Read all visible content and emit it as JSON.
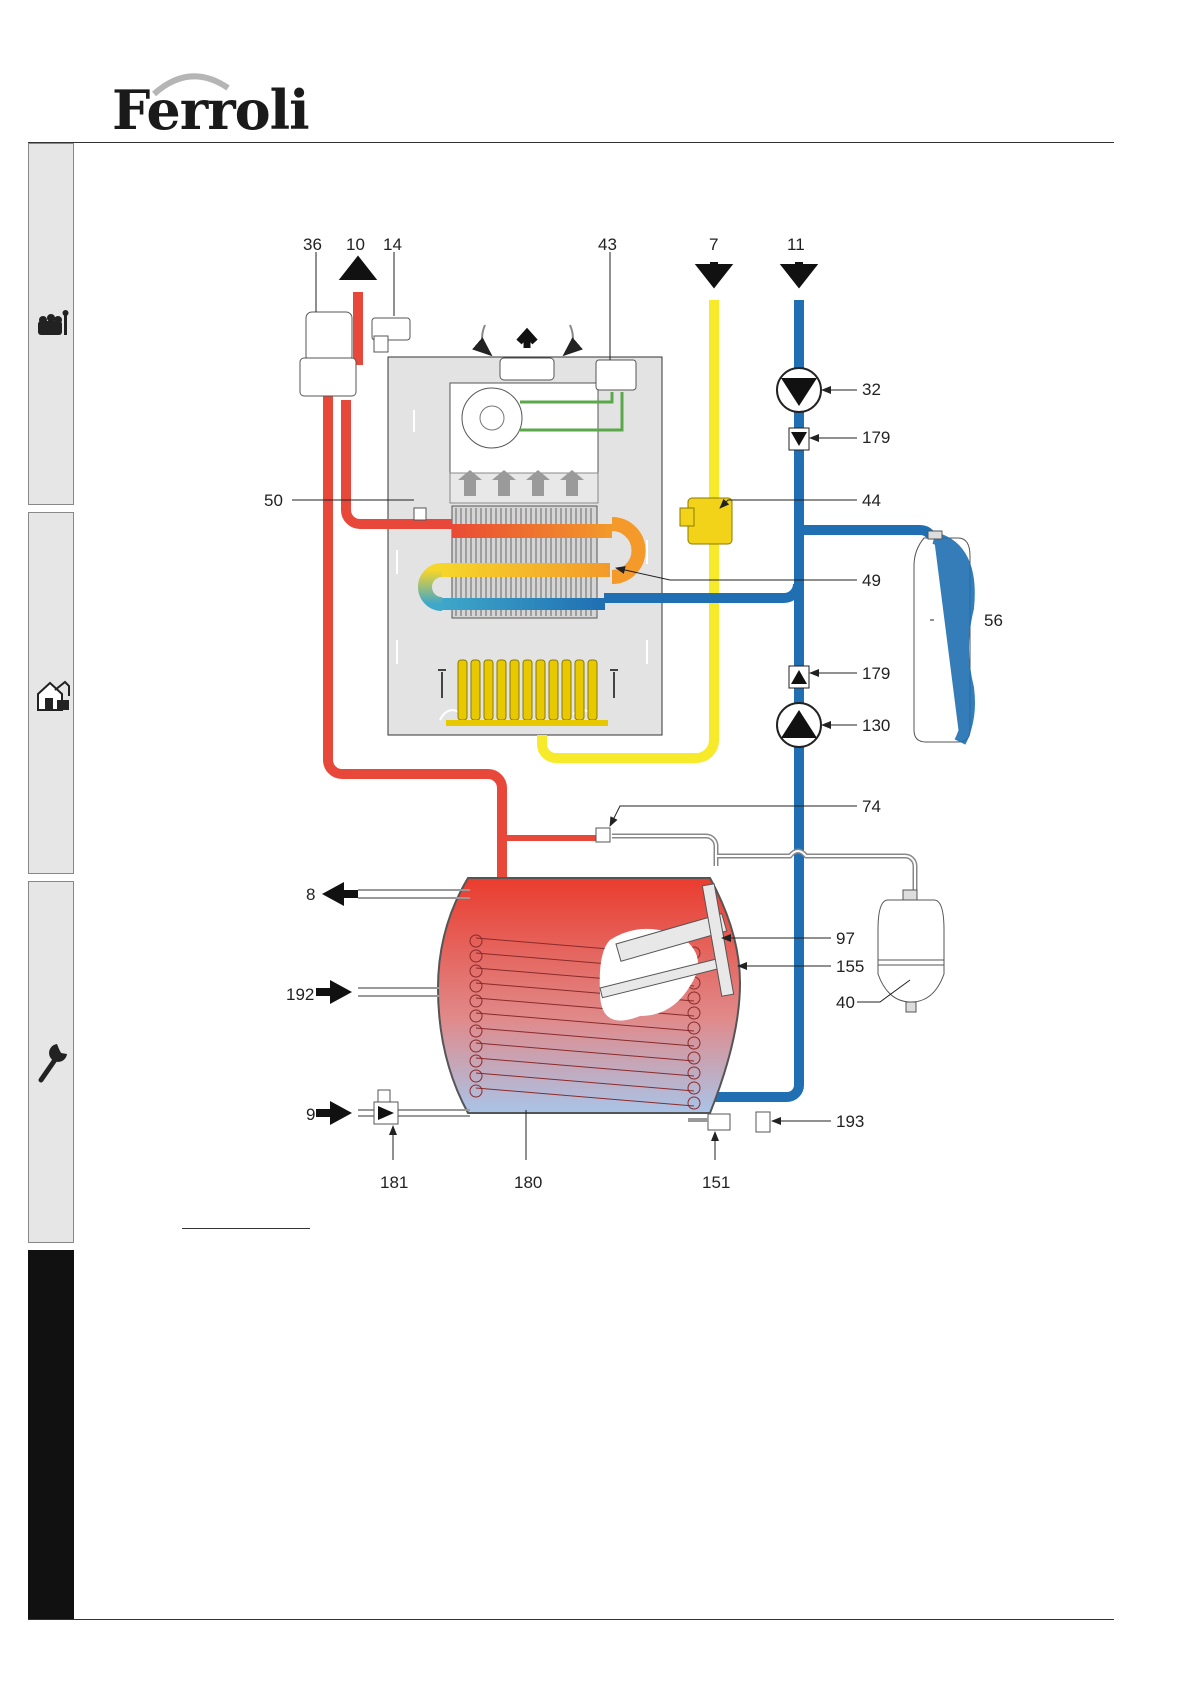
{
  "brand": {
    "name": "Ferroli"
  },
  "tabs": [
    {
      "icon": "user-settings-icon",
      "active": false
    },
    {
      "icon": "house-installation-icon",
      "active": false
    },
    {
      "icon": "wrench-icon",
      "active": false
    },
    {
      "icon": "",
      "active": true
    }
  ],
  "diagram": {
    "labels": {
      "l36": "36",
      "l10": "10",
      "l14": "14",
      "l43": "43",
      "l7": "7",
      "l11": "11",
      "l32": "32",
      "l179a": "179",
      "l50": "50",
      "l44": "44",
      "l49": "49",
      "l56": "56",
      "l179b": "179",
      "l130": "130",
      "l74": "74",
      "l8": "8",
      "l97": "97",
      "l155": "155",
      "l192": "192",
      "l40": "40",
      "l9": "9",
      "l193": "193",
      "l181": "181",
      "l180": "180",
      "l151": "151"
    },
    "colors": {
      "hot": "#e8483a",
      "cold": "#1f6fb2",
      "gas": "#f6ea2a",
      "green": "#5aa84a",
      "panel": "#e3e3e3"
    }
  }
}
